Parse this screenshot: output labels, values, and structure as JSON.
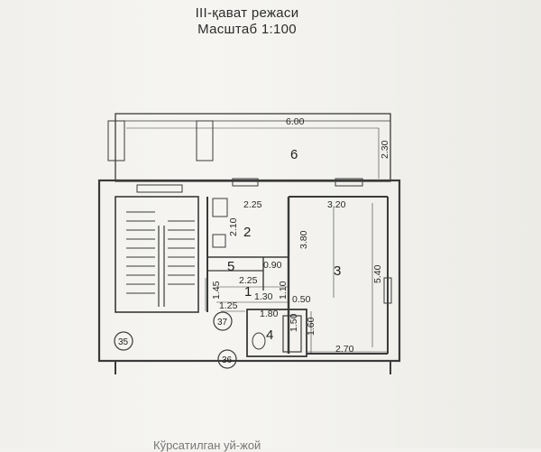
{
  "header": {
    "title": "III-қават режаси",
    "scale": "Масштаб 1:100"
  },
  "rooms": [
    "6",
    "2",
    "5",
    "1",
    "3",
    "4"
  ],
  "dimensions": {
    "balcony_width": "6.00",
    "balcony_depth": "2.30",
    "kitchen_width": "2.25",
    "kitchen_depth": "2.10",
    "room3_width_top": "3.20",
    "room3_depth": "3.80",
    "room3_side": "5.40",
    "room3_width_bottom": "2.70",
    "storage_width": "2.25",
    "storage_depth": "0.90",
    "hall_depth": "1.45",
    "hall_width": "1.30",
    "hall_side": "1.10",
    "hall_small": "0.50",
    "entry_width": "1.25",
    "bath_width": "1.80",
    "bath_depth": "1.60",
    "bath_tub": "1.50"
  },
  "markers": [
    "37",
    "35",
    "36"
  ],
  "footer_text": "Кўрсатилган уй-жой"
}
